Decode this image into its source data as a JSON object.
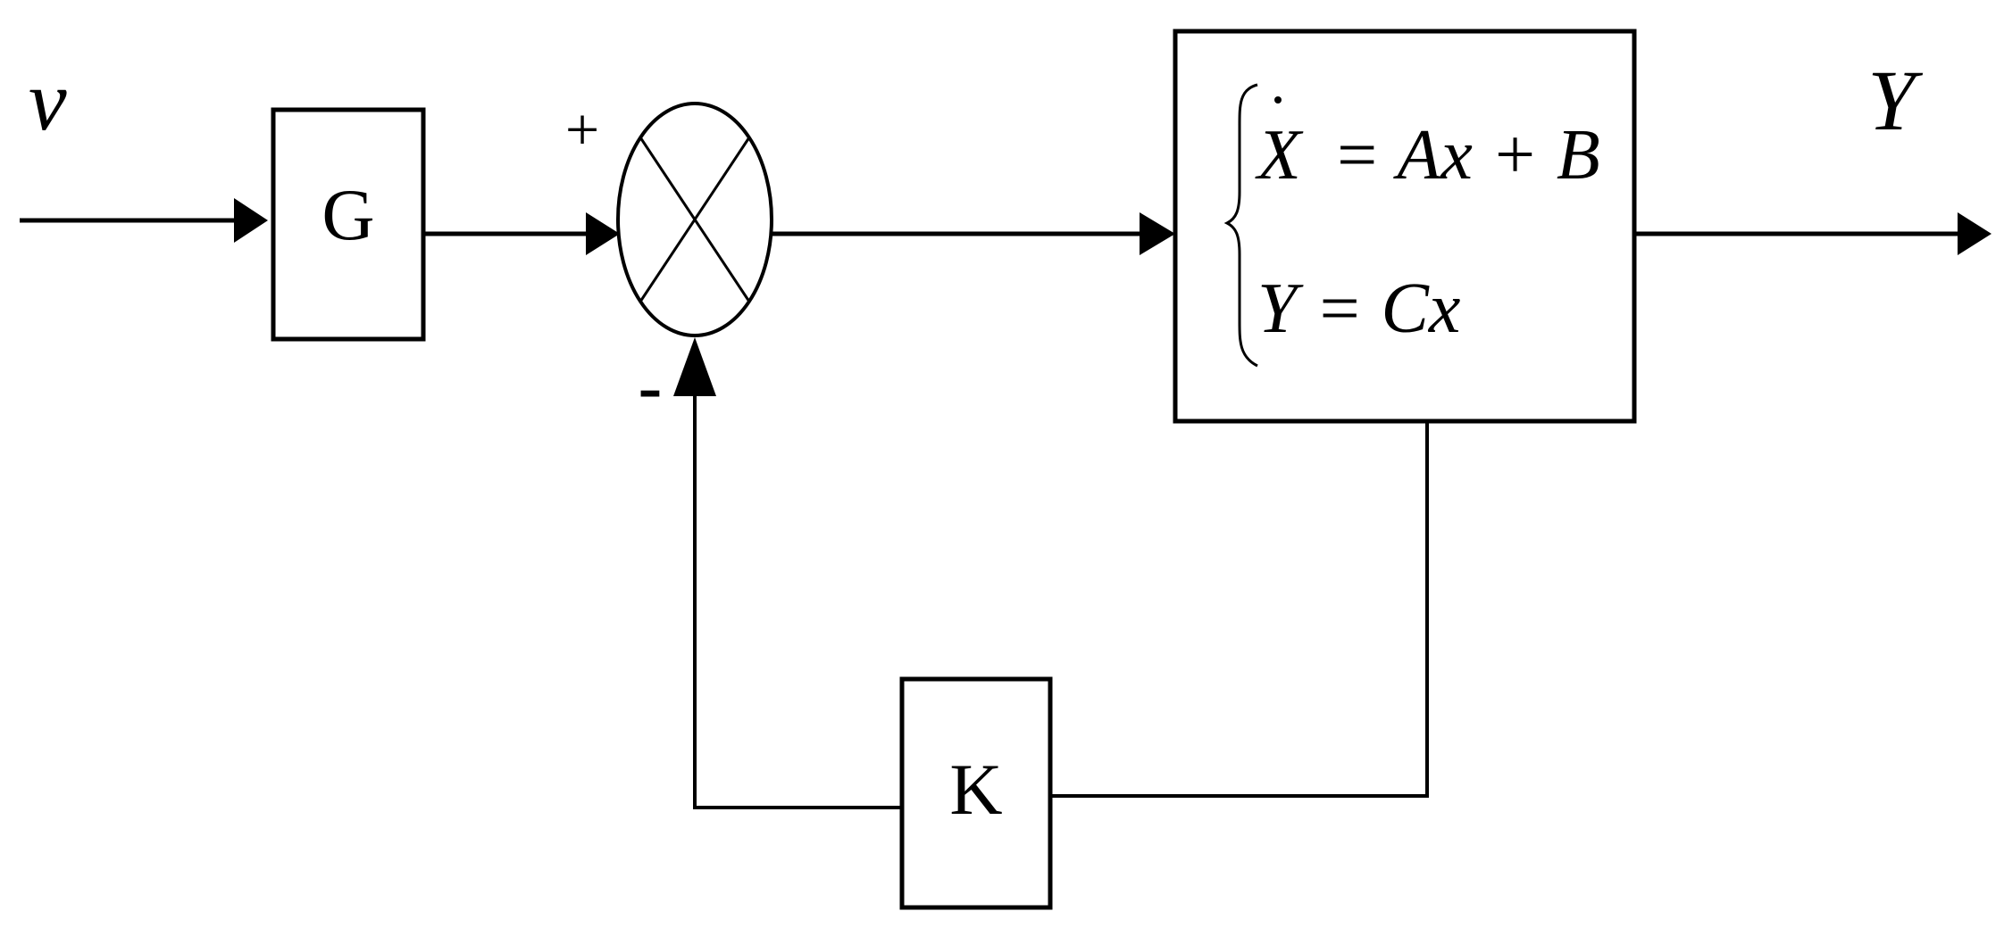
{
  "colors": {
    "stroke": "#000000",
    "background": "#ffffff"
  },
  "signals": {
    "input": "v",
    "output": "Y"
  },
  "blocks": {
    "gain": "G",
    "feedback": "K",
    "plant": {
      "eq1_lhs": "X",
      "eq1_rhs": "= Ax + B",
      "eq2": "Y = Cx"
    }
  },
  "summing_junction": {
    "plus_sign": "+",
    "minus_sign": "-"
  }
}
